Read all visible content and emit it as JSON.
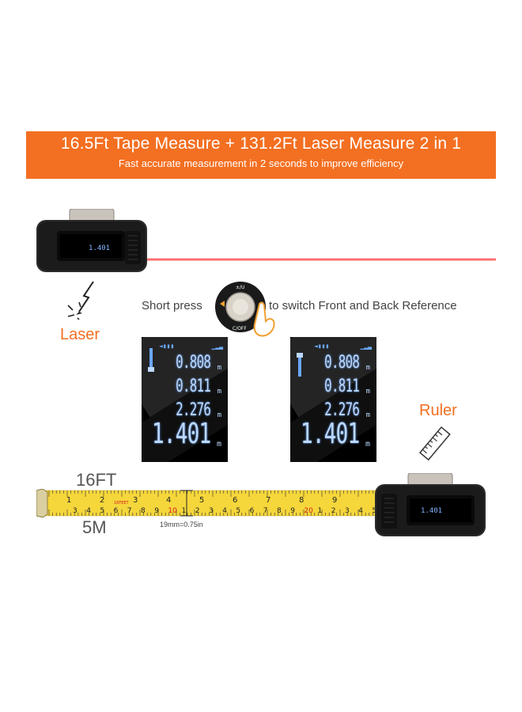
{
  "banner": {
    "title": "16.5Ft Tape Measure + 131.2Ft Laser Measure 2 in 1",
    "subtitle": "Fast accurate measurement in 2 seconds to improve efficiency",
    "color": "#f36f21"
  },
  "laser": {
    "label": "Laser",
    "icon": "laser-burst-icon",
    "beam_color": "#ff4a4a"
  },
  "switch": {
    "prefix": "Short press",
    "suffix": "to switch Front and Back Reference",
    "dial_labels": {
      "top": "±/U",
      "bottom": "C/OFF"
    },
    "icon": "pointing-hand-icon"
  },
  "displays": [
    {
      "values": [
        "0.808",
        "0.811",
        "2.276",
        "1.401"
      ],
      "unit": "m"
    },
    {
      "values": [
        "0.808",
        "0.811",
        "2.276",
        "1.401"
      ],
      "unit": "m"
    }
  ],
  "ruler": {
    "label": "Ruler",
    "icon": "ruler-icon"
  },
  "tape": {
    "imperial_label": "16FT",
    "metric_label": "5M",
    "width_note": "19mm=0.75in",
    "top_numbers": [
      "1",
      "2",
      "3",
      "4",
      "5",
      "6",
      "7",
      "8",
      "9"
    ],
    "bottom_numbers": [
      "3",
      "4",
      "5",
      "6",
      "7",
      "8",
      "9",
      "10",
      "1",
      "2",
      "3",
      "4",
      "5",
      "6",
      "7",
      "8",
      "9",
      "20",
      "1",
      "2",
      "3",
      "4",
      "5"
    ],
    "brand_text": "16FEET",
    "color": "#f5d63b"
  },
  "accent_color": "#f36f21"
}
